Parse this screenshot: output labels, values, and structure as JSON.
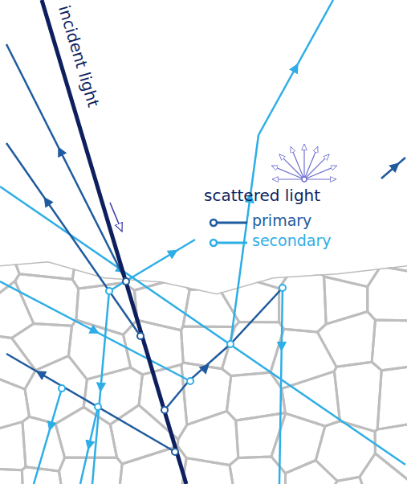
{
  "diagram": {
    "labels": [
      "incident light",
      "scattered light"
    ],
    "legend": [
      {
        "text": "primary"
      },
      {
        "text": "secondary"
      }
    ]
  }
}
